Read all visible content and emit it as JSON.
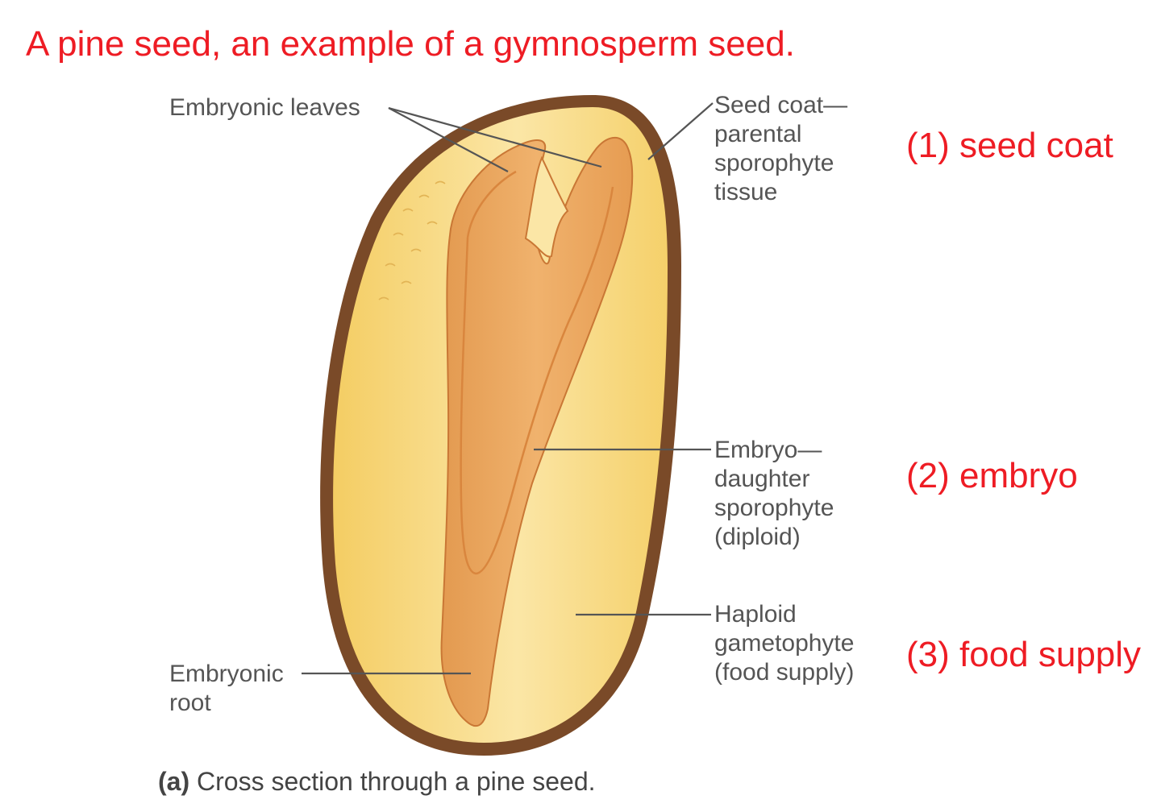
{
  "title": "A pine seed, an example of a gymnosperm seed.",
  "labels": {
    "embryonic_leaves": "Embryonic leaves",
    "seed_coat": [
      "Seed coat—",
      "parental",
      "sporophyte",
      "tissue"
    ],
    "embryo": [
      "Embryo—",
      "daughter",
      "sporophyte",
      "(diploid)"
    ],
    "gametophyte": [
      "Haploid",
      "gametophyte",
      "(food supply)"
    ],
    "embryonic_root": [
      "Embryonic",
      "root"
    ]
  },
  "annotations": {
    "seed_coat": "(1) seed coat",
    "embryo": "(2) embryo",
    "food_supply": "(3) food supply"
  },
  "caption": {
    "prefix": "(a)",
    "text": "Cross section through a pine seed."
  },
  "colors": {
    "annotation_red": "#ee1c24",
    "seed_coat": "#7a4a28",
    "gametophyte": "#f6d26a",
    "embryo": "#e8a055",
    "label_gray": "#555555"
  }
}
